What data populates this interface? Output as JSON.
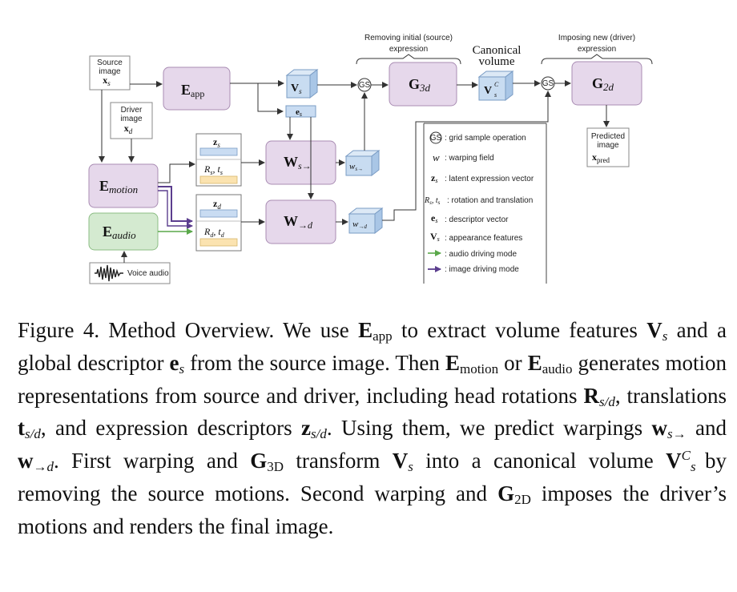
{
  "diagram": {
    "headers": {
      "removing": [
        "Removing initial (source)",
        "expression"
      ],
      "canonical": [
        "Canonical",
        "volume"
      ],
      "imposing": [
        "Imposing new (driver)",
        "expression"
      ]
    },
    "inputs": {
      "source": [
        "Source",
        "image"
      ],
      "driver": [
        "Driver",
        "image"
      ],
      "voice": "Voice audio",
      "predicted": [
        "Predicted",
        "image"
      ]
    },
    "blocks": {
      "e_app": "E",
      "e_app_sub": "app",
      "e_motion": "E",
      "e_motion_sub": "motion",
      "e_audio": "E",
      "e_audio_sub": "audio",
      "w_s": "W",
      "w_s_sub": "s→",
      "w_d": "W",
      "w_d_sub": "→d",
      "g3d": "G",
      "g3d_sub": "3d",
      "g2d": "G",
      "g2d_sub": "2d",
      "gs": "GS"
    },
    "legend": [
      {
        "symbol": "GS",
        "text": ": grid sample operation"
      },
      {
        "symbol": "w",
        "text": ": warping field"
      },
      {
        "symbol": "z_s",
        "text": ": latent expression vector"
      },
      {
        "symbol": "R_s, t_s",
        "text": ": rotation and translation"
      },
      {
        "symbol": "e_s",
        "text": ": descriptor vector"
      },
      {
        "symbol": "V_s",
        "text": ": appearance features"
      },
      {
        "symbol": "green-arrow",
        "text": ": audio driving mode"
      },
      {
        "symbol": "purple-arrow",
        "text": ": image driving mode"
      }
    ],
    "colors": {
      "block_purple": "#e6d8eb",
      "block_green": "#d4ead0",
      "cube_blue": "#c8dcf1",
      "strip_blue": "#c9dcf2",
      "strip_yellow": "#fbe3b0",
      "arrow_green": "#5aa84a",
      "arrow_purple": "#5b3e8e"
    }
  },
  "caption": {
    "label": "Figure 4. Method Overview.",
    "t1": " We use ",
    "t2": " to extract volume features ",
    "t3": " and a global descriptor ",
    "t4": " from the source image. Then ",
    "t5": " or ",
    "t6": " generates motion representations from source and driver, including head rotations ",
    "t7": ", translations ",
    "t8": ", and expression descriptors ",
    "t9": ". Using them, we predict warpings ",
    "t10": " and ",
    "t11": ". First warping and ",
    "t12": " transform ",
    "t13": " into a canonical volume ",
    "t14": " by removing the source motions. Second warping and ",
    "t15": " imposes the driver’s motions and renders the final image."
  }
}
